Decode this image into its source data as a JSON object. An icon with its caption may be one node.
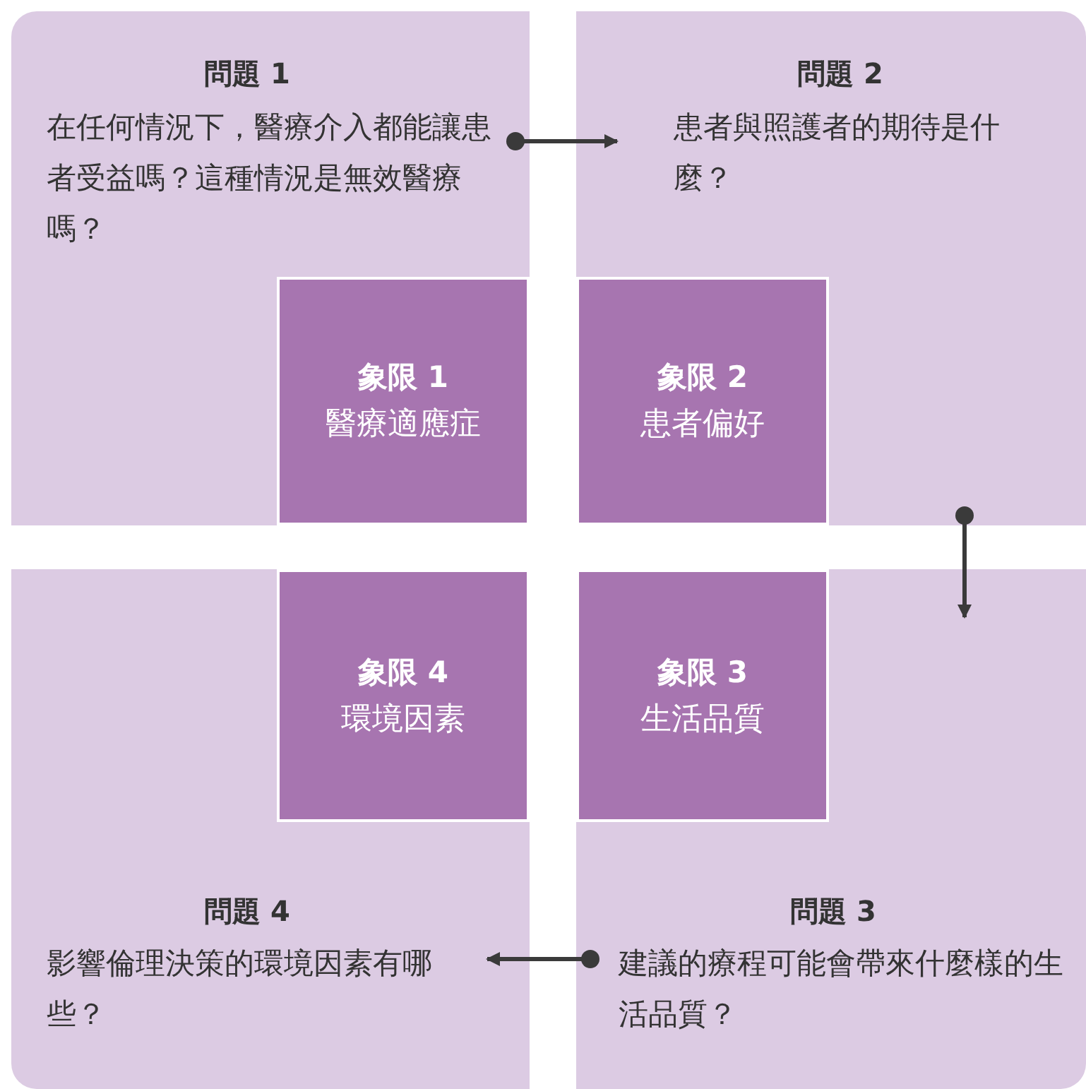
{
  "diagram": {
    "nodes": [
      {
        "text": [
          "問題 1",
          "在任何情況下，醫療介入都能讓患者受益嗎？這種情況是無效醫療嗎？"
        ]
      },
      {
        "text": [
          "問題 2",
          "患者與照護者的期待是什麼？"
        ]
      },
      {
        "text": [
          "象限 1",
          "醫療適應症"
        ],
        "in": 0
      },
      {
        "text": [
          "象限 2",
          "患者偏好"
        ],
        "in": 1
      },
      {
        "text": [
          "象限 4",
          "環境因素"
        ],
        "in": 6
      },
      {
        "text": [
          "象限 3",
          "生活品質"
        ],
        "in": 7
      },
      {
        "text": [
          "問題 4",
          "影響倫理決策的環境因素有哪些？"
        ]
      },
      {
        "text": [
          "問題 3",
          "建議的療程可能會帶來什麼樣的生活品質？"
        ]
      }
    ],
    "edges": [
      {
        "from": 0,
        "to": 1,
        "arrow": "to"
      },
      {
        "from": 1,
        "to": 7,
        "arrow": "to"
      },
      {
        "from": 7,
        "to": 6,
        "arrow": "to"
      }
    ]
  }
}
